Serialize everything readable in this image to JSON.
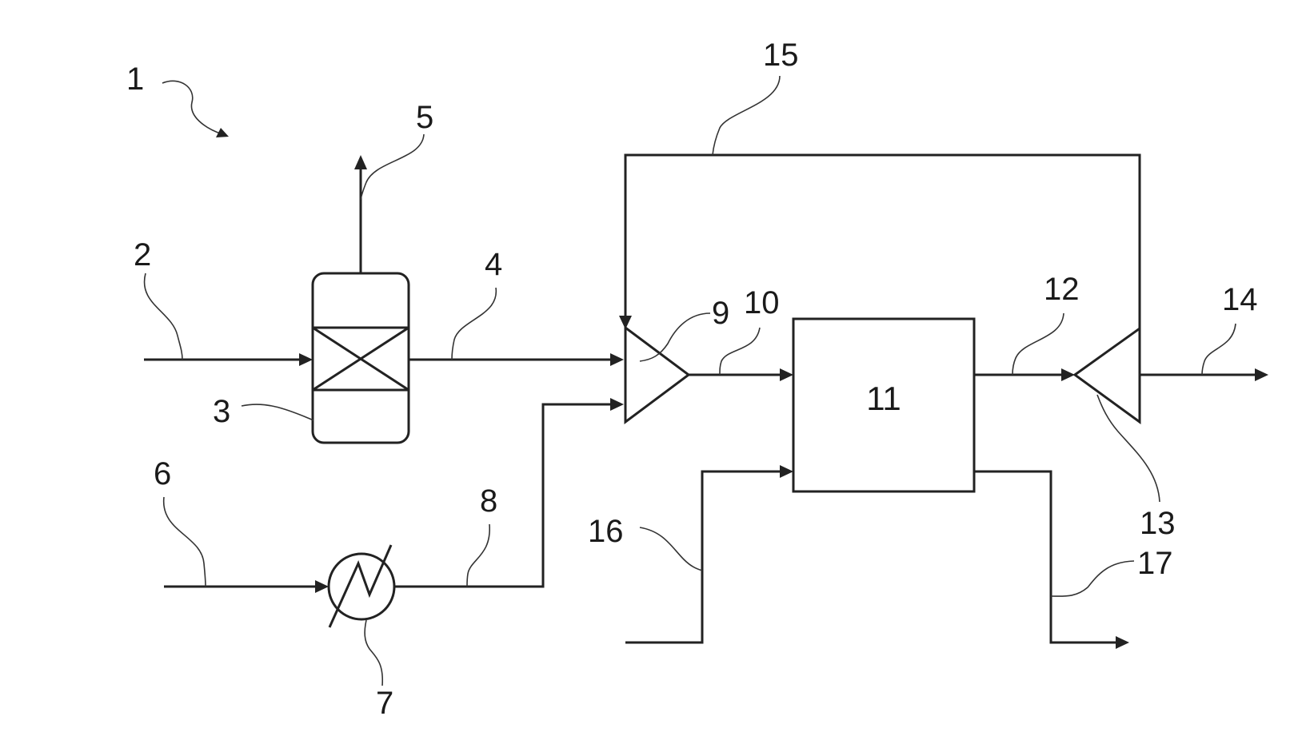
{
  "labels": {
    "system": "1",
    "stream_2": "2",
    "vessel_3": "3",
    "stream_4": "4",
    "stream_5": "5",
    "stream_6": "6",
    "heat_exchanger_7": "7",
    "stream_8": "8",
    "compressor_9": "9",
    "stream_10": "10",
    "unit_11": "11",
    "stream_12": "12",
    "expander_13": "13",
    "stream_14": "14",
    "recycle_15": "15",
    "stream_16": "16",
    "stream_17": "17"
  },
  "colors": {
    "line": "#222222",
    "text": "#1a1a1a",
    "background": "#ffffff"
  }
}
